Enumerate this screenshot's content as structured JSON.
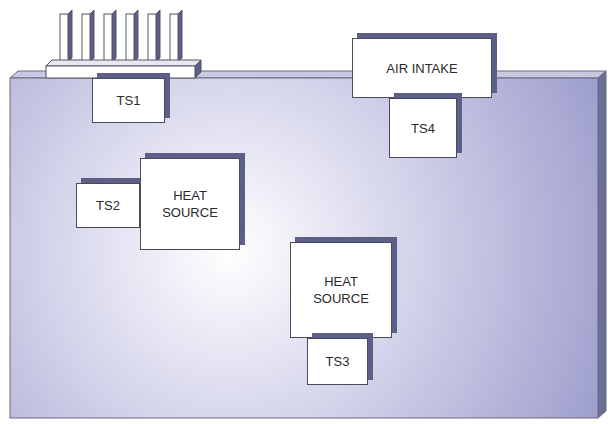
{
  "diagram": {
    "nodes": [
      {
        "text": [
          "TS1"
        ]
      },
      {
        "text": [
          "AIR INTAKE"
        ]
      },
      {
        "text": [
          "TS4"
        ]
      },
      {
        "text": [
          "TS2"
        ]
      },
      {
        "text": [
          "HEAT SOURCE"
        ]
      },
      {
        "text": [
          "HEAT SOURCE"
        ]
      },
      {
        "text": [
          "TS3"
        ]
      }
    ]
  }
}
